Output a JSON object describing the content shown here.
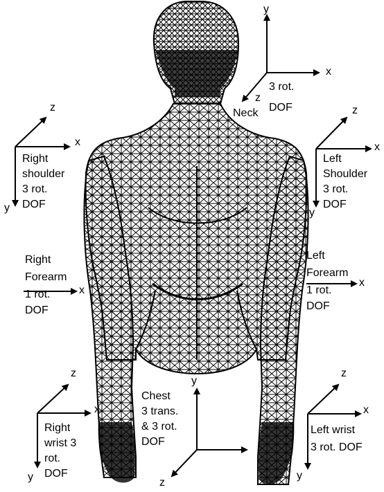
{
  "figure": {
    "line_color": "#000000",
    "background": "#ffffff"
  },
  "axis_letters": {
    "x": "x",
    "y": "y",
    "z": "z"
  },
  "joints": {
    "neck": {
      "name": "Neck",
      "dof": [
        "3 rot.",
        "DOF"
      ]
    },
    "right_shoulder": {
      "lines": [
        "Right",
        "shoulder",
        "3 rot.",
        "DOF"
      ]
    },
    "left_shoulder": {
      "lines": [
        "Left",
        "Shoulder",
        "3 rot.",
        "DOF"
      ]
    },
    "right_forearm": {
      "lines": [
        "Right",
        "Forearm",
        "1 rot.",
        "DOF"
      ]
    },
    "left_forearm": {
      "lines": [
        "Left",
        "Forearm",
        "1 rot.",
        "DOF"
      ]
    },
    "chest": {
      "lines": [
        "Chest",
        "3 trans.",
        "& 3 rot.",
        "DOF"
      ]
    },
    "right_wrist": {
      "lines": [
        "Right",
        "wrist 3",
        "rot.",
        "DOF"
      ]
    },
    "left_wrist": {
      "lines": [
        "Left wrist",
        "3 rot. DOF"
      ]
    }
  }
}
